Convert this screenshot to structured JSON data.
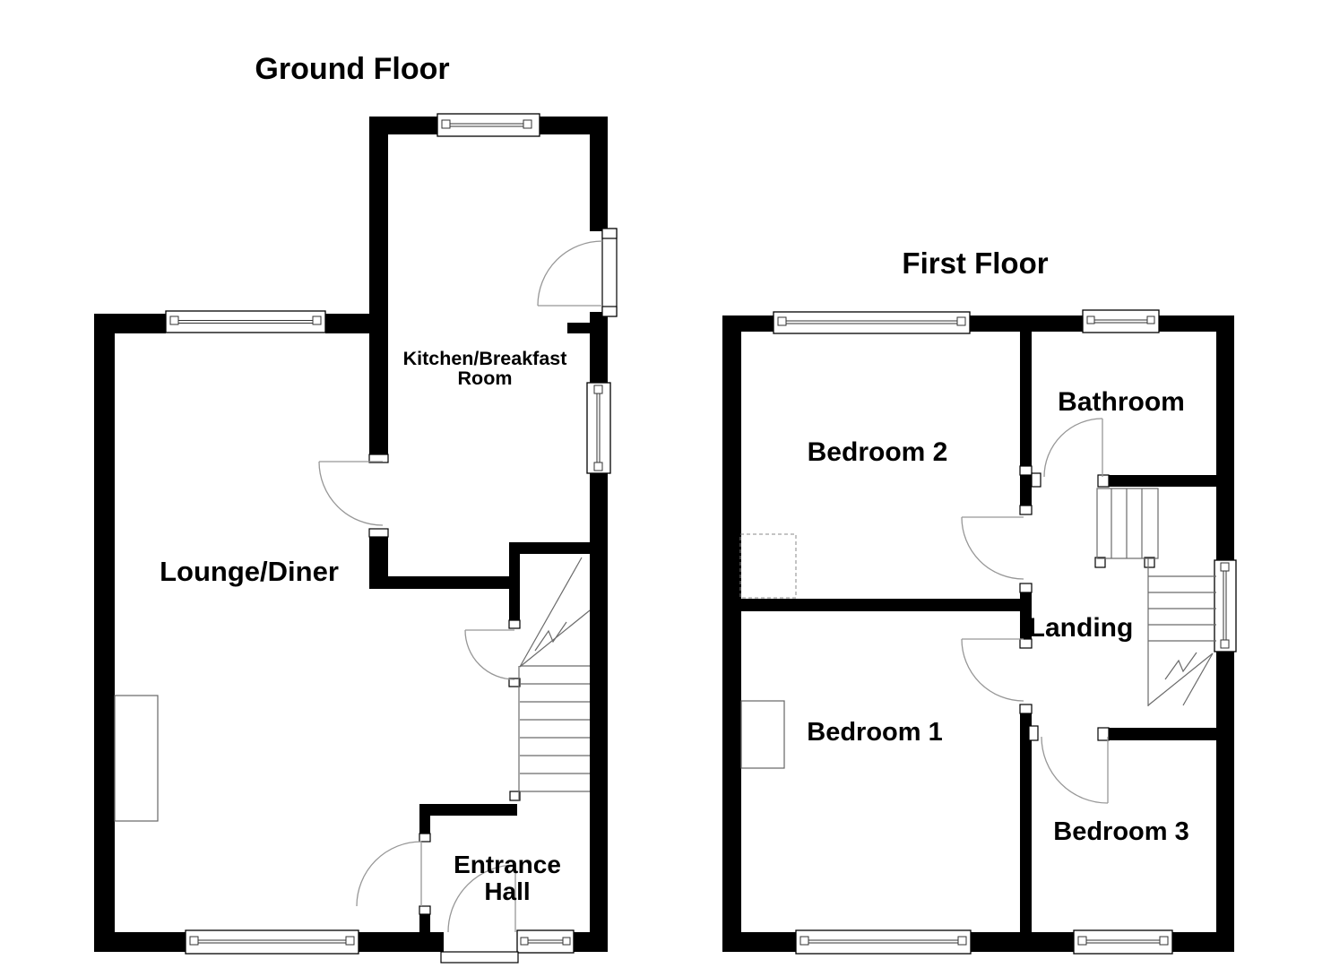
{
  "canvas": {
    "background": "#ffffff",
    "wall_color": "#000000",
    "thin_line_color": "#666666",
    "door_arc_color": "#979797",
    "text_color": "#000000"
  },
  "ground_floor": {
    "title": "Ground Floor",
    "rooms": {
      "lounge_diner": "Lounge/Diner",
      "kitchen_line1": "Kitchen/Breakfast",
      "kitchen_line2": "Room",
      "entrance_line1": "Entrance",
      "entrance_line2": "Hall"
    }
  },
  "first_floor": {
    "title": "First Floor",
    "rooms": {
      "bedroom2": "Bedroom 2",
      "bathroom": "Bathroom",
      "landing": "Landing",
      "bedroom1": "Bedroom 1",
      "bedroom3": "Bedroom 3"
    }
  }
}
